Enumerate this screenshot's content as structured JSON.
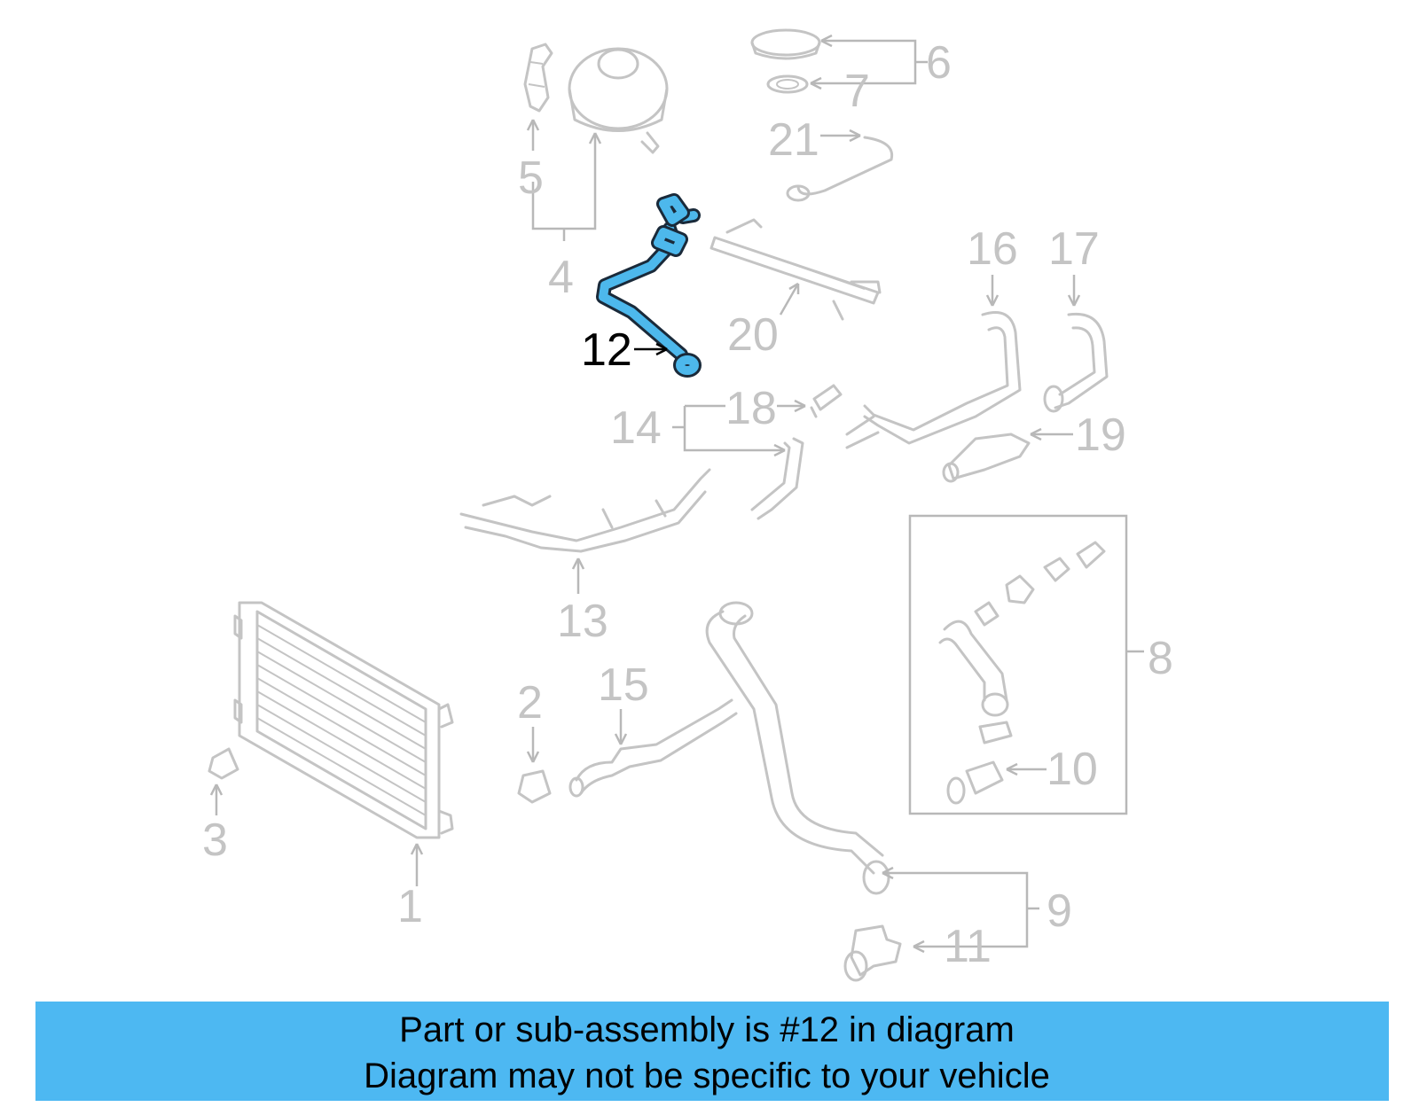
{
  "diagram": {
    "callouts": [
      "1",
      "2",
      "3",
      "4",
      "5",
      "6",
      "7",
      "8",
      "9",
      "10",
      "11",
      "12",
      "13",
      "14",
      "15",
      "16",
      "17",
      "18",
      "19",
      "20",
      "21"
    ],
    "highlighted_callout": "12"
  },
  "banner": {
    "line1": "Part or sub-assembly is #12 in diagram",
    "line2": "Diagram may not be specific to your vehicle"
  },
  "colors": {
    "highlight": "#4db8ec",
    "banner": "#4db8f2",
    "inactive": "#c4c4c4"
  }
}
